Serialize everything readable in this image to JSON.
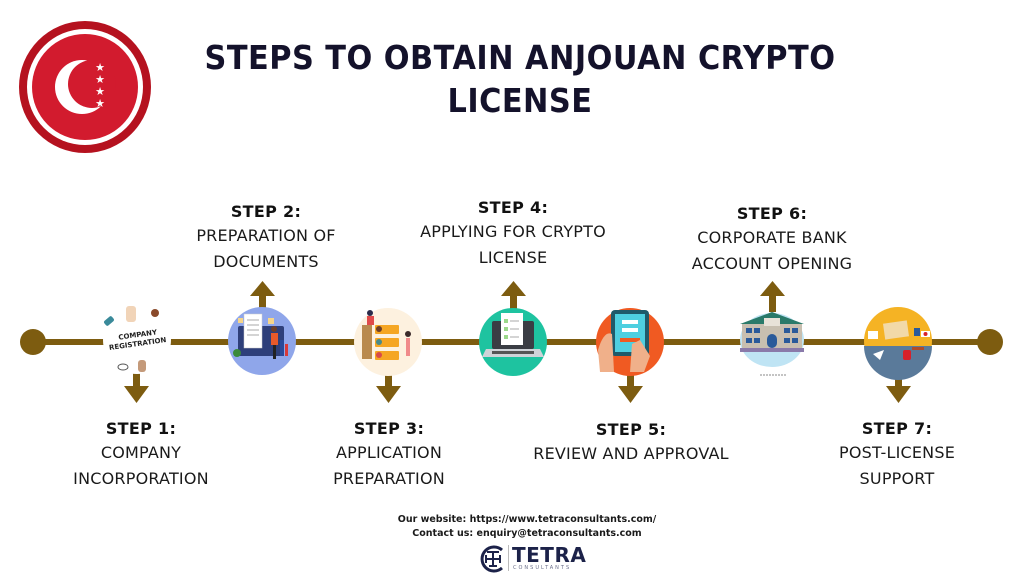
{
  "header": {
    "title_line1": "STEPS TO OBTAIN  ANJOUAN CRYPTO",
    "title_line2": "LICENSE",
    "logo_icon": "anjouan-flag-crescent-stars-icon"
  },
  "colors": {
    "timeline": "#7d5c10",
    "logo_red": "#d21b2e",
    "logo_ring": "#b5121f",
    "title": "#14122b"
  },
  "steps": [
    {
      "number": "STEP 1:",
      "lines": [
        "COMPANY",
        "INCORPORATION"
      ],
      "position": "below",
      "icon": "company-registration-icon",
      "icon_text": [
        "COMPANY",
        "REGISTRATION"
      ]
    },
    {
      "number": "STEP 2:",
      "lines": [
        "PREPARATION OF",
        "DOCUMENTS"
      ],
      "position": "above",
      "icon": "document-preparation-icon"
    },
    {
      "number": "STEP 3:",
      "lines": [
        "APPLICATION",
        "PREPARATION"
      ],
      "position": "below",
      "icon": "application-profiles-icon"
    },
    {
      "number": "STEP 4:",
      "lines": [
        "APPLYING FOR CRYPTO",
        "LICENSE"
      ],
      "position": "above",
      "icon": "laptop-checklist-icon"
    },
    {
      "number": "STEP 5:",
      "lines": [
        "REVIEW AND APPROVAL"
      ],
      "position": "below",
      "icon": "tablet-register-icon"
    },
    {
      "number": "STEP 6:",
      "lines": [
        "CORPORATE BANK",
        "ACCOUNT OPENING"
      ],
      "position": "above",
      "icon": "bank-building-icon"
    },
    {
      "number": "STEP 7:",
      "lines": [
        "POST-LICENSE",
        "SUPPORT"
      ],
      "position": "below",
      "icon": "post-license-support-icon"
    }
  ],
  "footer": {
    "website": "Our website: https://www.tetraconsultants.com/",
    "contact": "Contact us: enquiry@tetraconsultants.com",
    "brand_name": "TETRA",
    "brand_sub": "CONSULTANTS"
  }
}
